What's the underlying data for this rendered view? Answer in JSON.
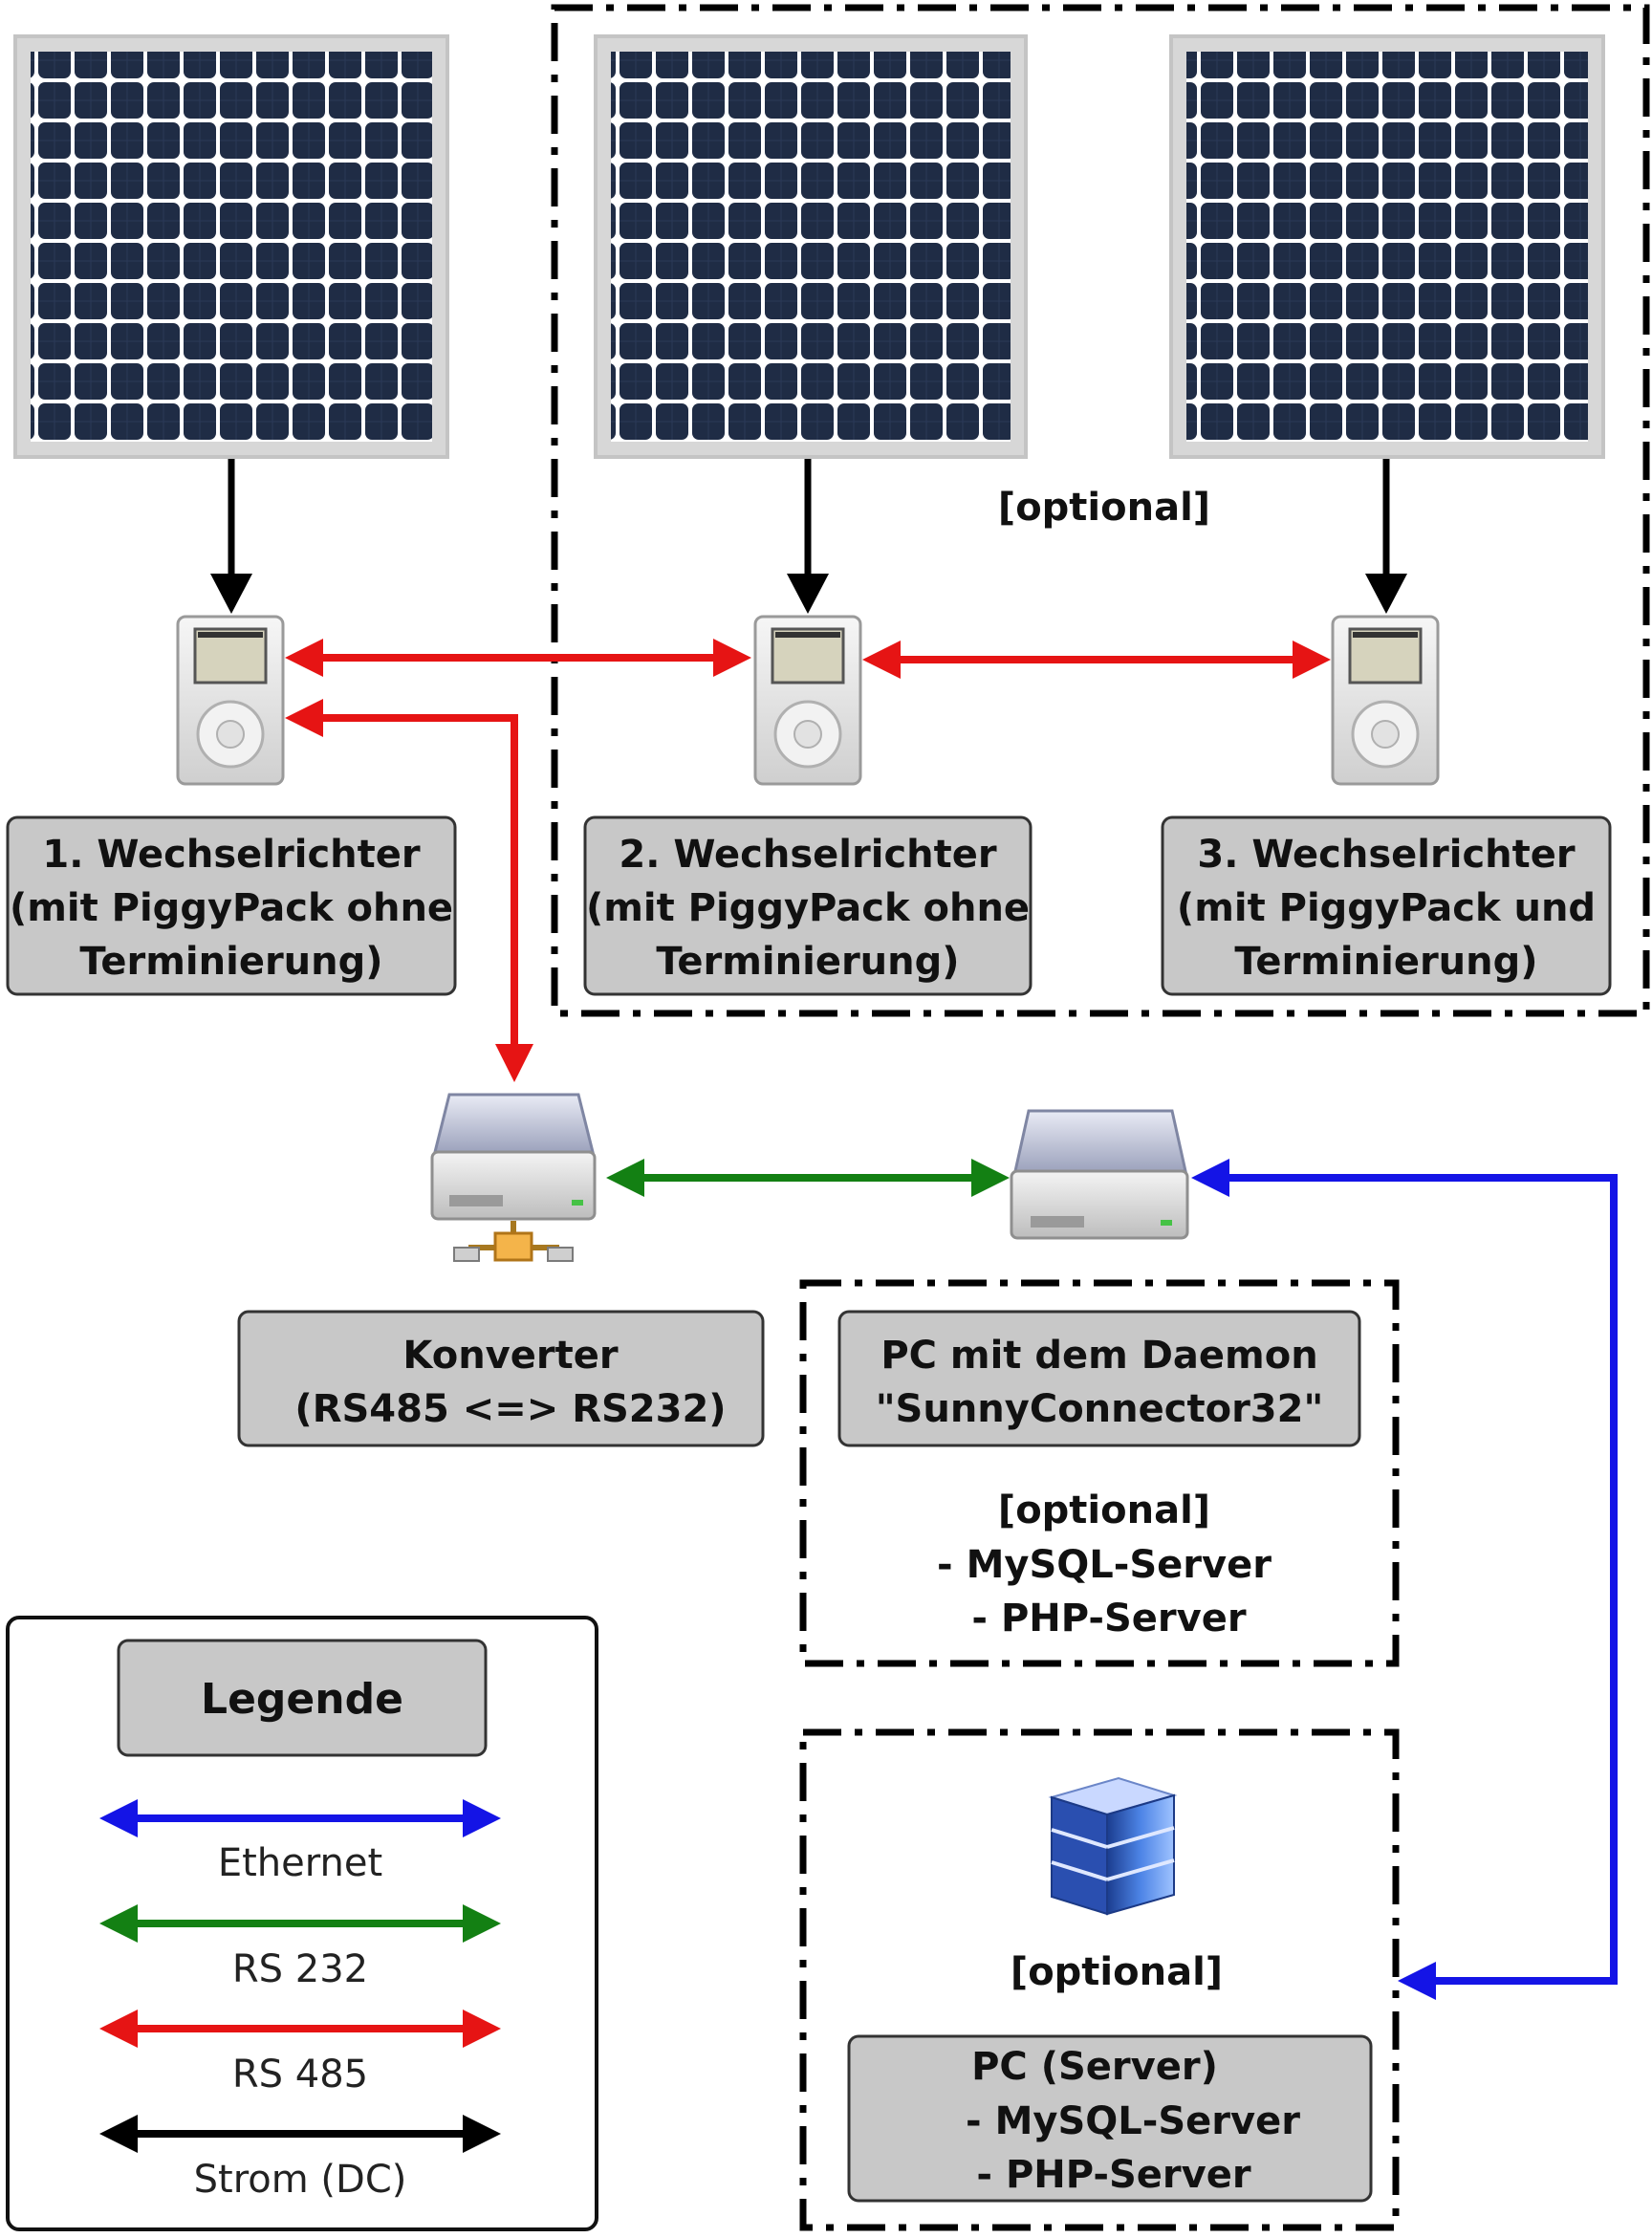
{
  "optional_label": "[optional]",
  "inverters": [
    {
      "lines": [
        "1. Wechselrichter",
        "(mit PiggyPack ohne",
        "Terminierung)"
      ]
    },
    {
      "lines": [
        "2. Wechselrichter",
        "(mit PiggyPack ohne",
        "Terminierung)"
      ]
    },
    {
      "lines": [
        "3. Wechselrichter",
        "(mit PiggyPack und",
        "Terminierung)"
      ]
    }
  ],
  "converter": {
    "lines": [
      "Konverter",
      "(RS485 <=> RS232)"
    ]
  },
  "daemon_pc": {
    "lines": [
      "PC mit dem Daemon",
      "\"SunnyConnector32\""
    ],
    "optional_lines": [
      "[optional]",
      "-  MySQL-Server",
      "-  PHP-Server"
    ]
  },
  "server_pc": {
    "optional": "[optional]",
    "lines": [
      "PC (Server)",
      "- MySQL-Server",
      "- PHP-Server"
    ]
  },
  "legend": {
    "title": "Legende",
    "items": [
      {
        "label": "Ethernet",
        "color": "#1414e6"
      },
      {
        "label": "RS 232",
        "color": "#138013"
      },
      {
        "label": "RS 485",
        "color": "#e61414"
      },
      {
        "label": "Strom (DC)",
        "color": "#000000"
      }
    ]
  },
  "colors": {
    "ethernet": "#1414e6",
    "rs232": "#138013",
    "rs485": "#e61414",
    "dc": "#000000",
    "label_box": "#c8c8c8",
    "panel_cell": "#1f2c45"
  }
}
